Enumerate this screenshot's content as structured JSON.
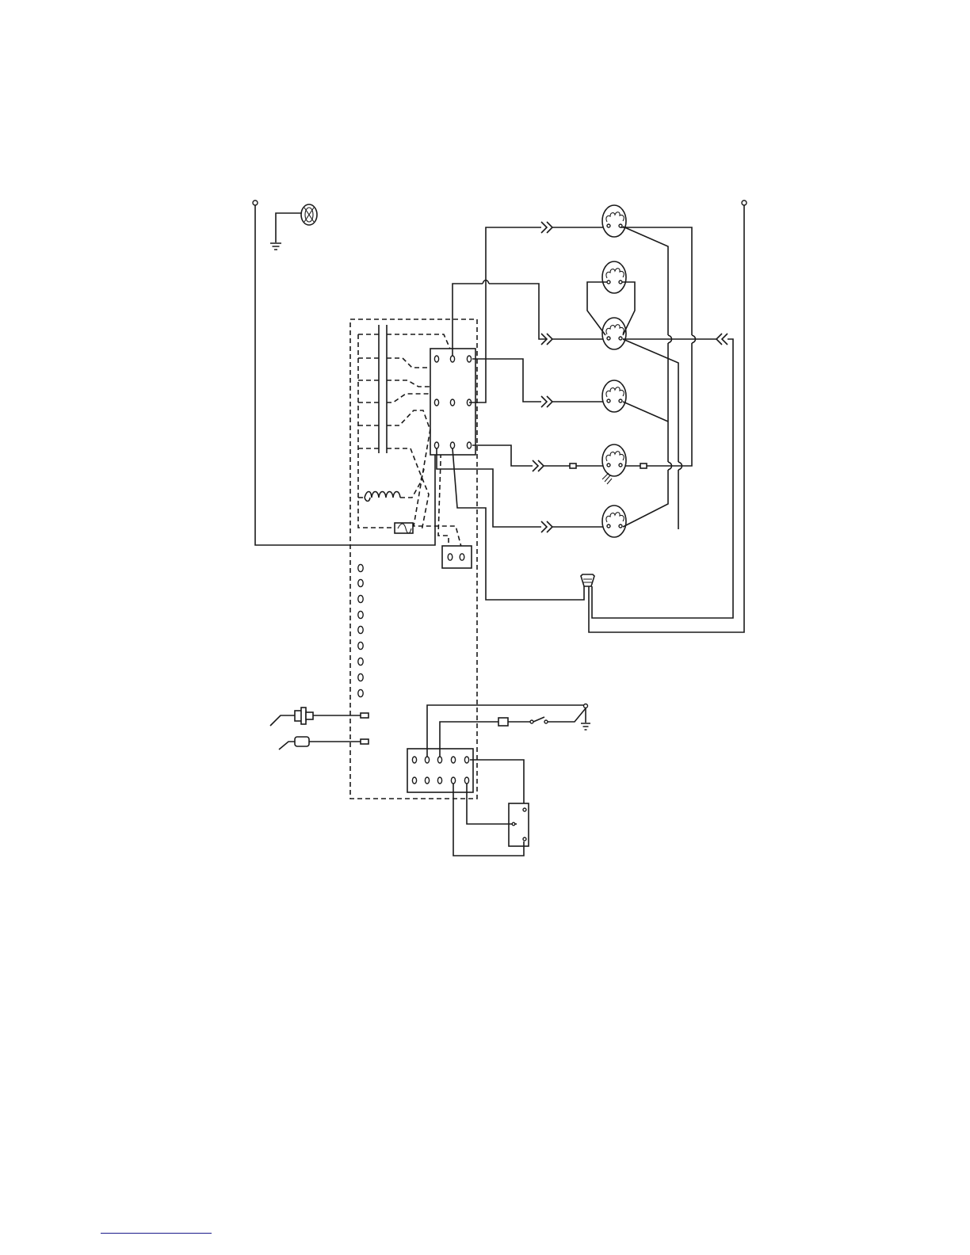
{
  "diagram": {
    "kind": "wiring-schematic",
    "labels": [],
    "components": [
      "power-lead-terminal",
      "indicator-lamp",
      "ground-symbol",
      "control-panel-dashed-enclosure",
      "selector-switch-contacts",
      "switch-terminal-block",
      "solenoid-coil",
      "fuse",
      "two-pin-plug",
      "element-terminal-pins",
      "heating-element-1",
      "heating-element-2",
      "heating-element-3",
      "heating-element-4",
      "heating-element-5",
      "heating-element-6",
      "wire-connector-nut",
      "probe-sensor",
      "cable-plug",
      "ten-pin-terminal-block",
      "limit-switch",
      "relay-module",
      "quick-connectors",
      "inline-fuses"
    ]
  },
  "footer": {
    "rule_color": "#1a1a8a"
  }
}
